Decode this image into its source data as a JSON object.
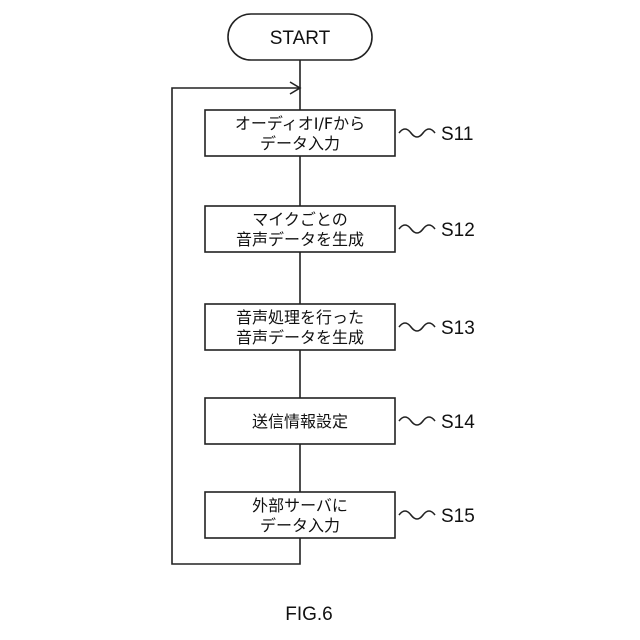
{
  "start_label": "START",
  "steps": [
    {
      "id": "S11",
      "lines": [
        "オーディオI/Fから",
        "データ入力"
      ]
    },
    {
      "id": "S12",
      "lines": [
        "マイクごとの",
        "音声データを生成"
      ]
    },
    {
      "id": "S13",
      "lines": [
        "音声処理を行った",
        "音声データを生成"
      ]
    },
    {
      "id": "S14",
      "lines": [
        "送信情報設定"
      ]
    },
    {
      "id": "S15",
      "lines": [
        "外部サーバに",
        "データ入力"
      ]
    }
  ],
  "figure_label": "FIG.6"
}
